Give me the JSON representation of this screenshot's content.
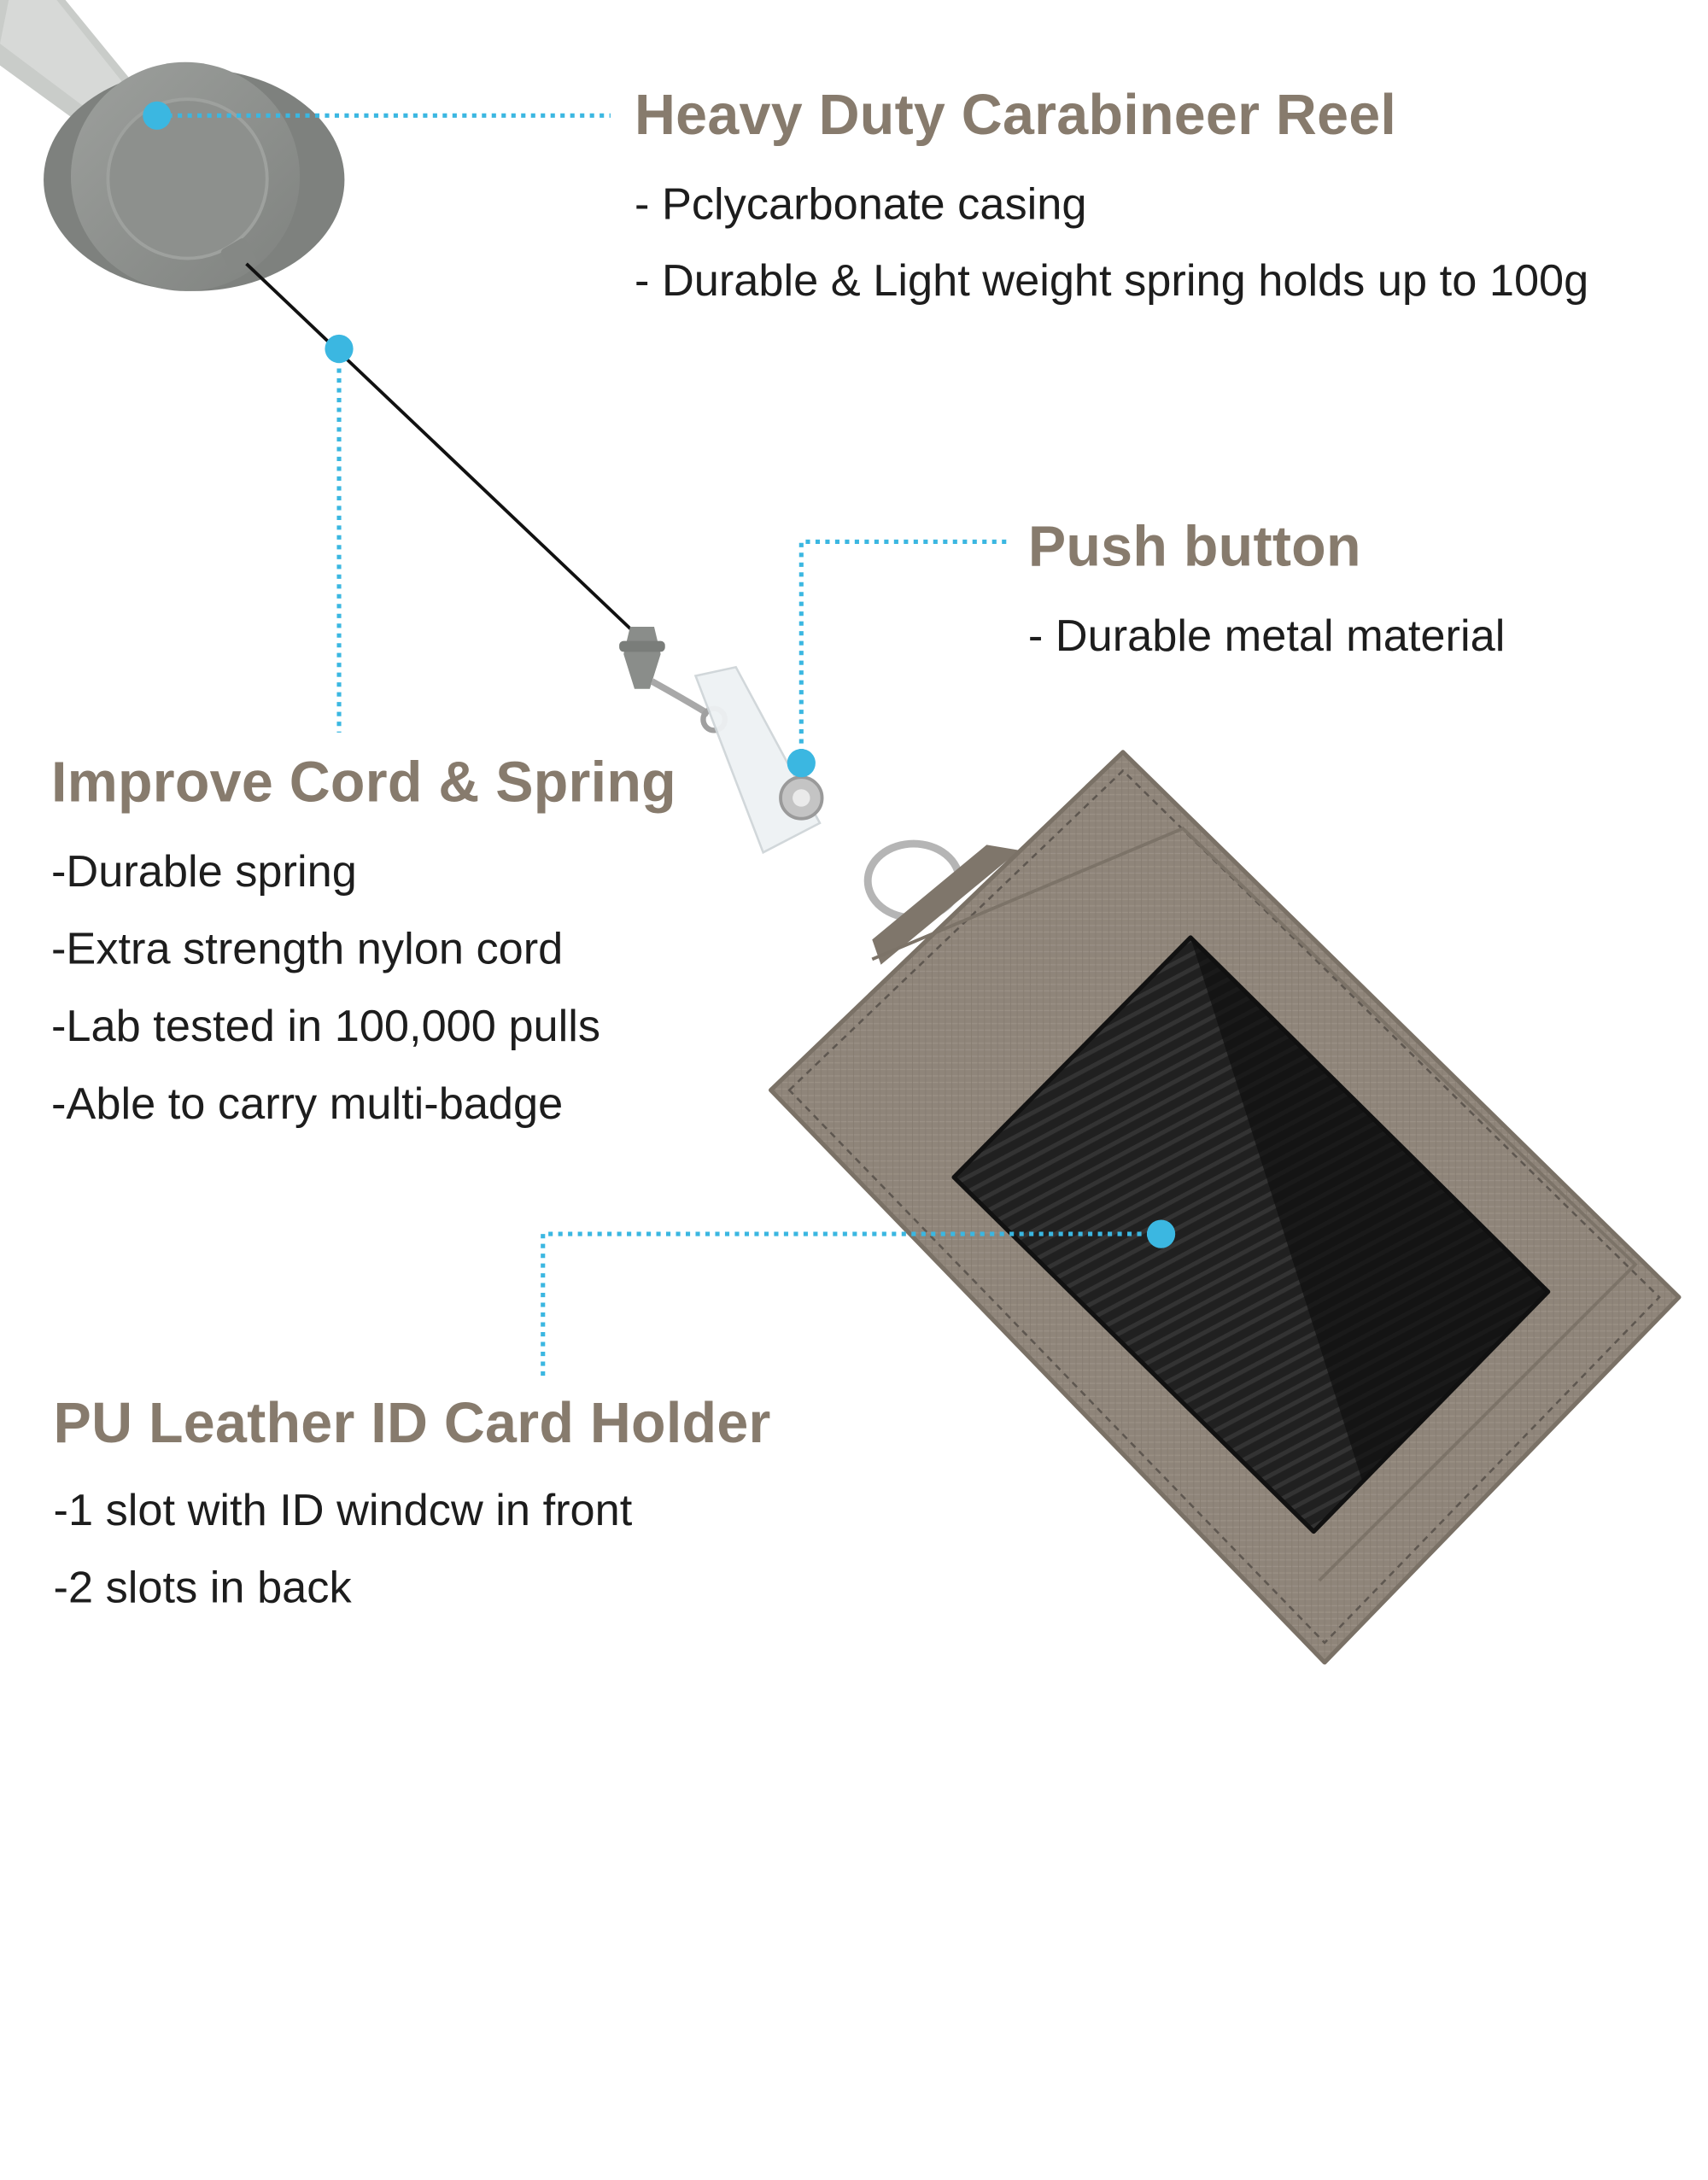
{
  "colors": {
    "title": "#877b6d",
    "body_text": "#1d1d1d",
    "callout_accent": "#3bb7e1",
    "leather": "#8f857a",
    "reel": "#8e918e",
    "window": "#1a1a1a"
  },
  "icons": [
    "carabineer-reel-icon",
    "nylon-cord-icon",
    "push-button-clip-icon",
    "id-card-holder-icon",
    "callout-dot-icon"
  ],
  "callouts": {
    "reel": {
      "title": "Heavy Duty Carabineer Reel",
      "lines": [
        "- Pclycarbonate casing",
        "- Durable & Light weight spring holds up to 100g"
      ]
    },
    "push": {
      "title": "Push button",
      "lines": [
        "- Durable metal material"
      ]
    },
    "cord": {
      "title": "Improve Cord & Spring",
      "lines": [
        "-Durable spring",
        "-Extra strength nylon cord",
        "-Lab tested in 100,000 pulls",
        "-Able to carry multi-badge"
      ]
    },
    "holder": {
      "title": "PU Leather ID Card Holder",
      "lines": [
        "-1 slot with ID windcw in front",
        "-2 slots in back"
      ]
    }
  }
}
